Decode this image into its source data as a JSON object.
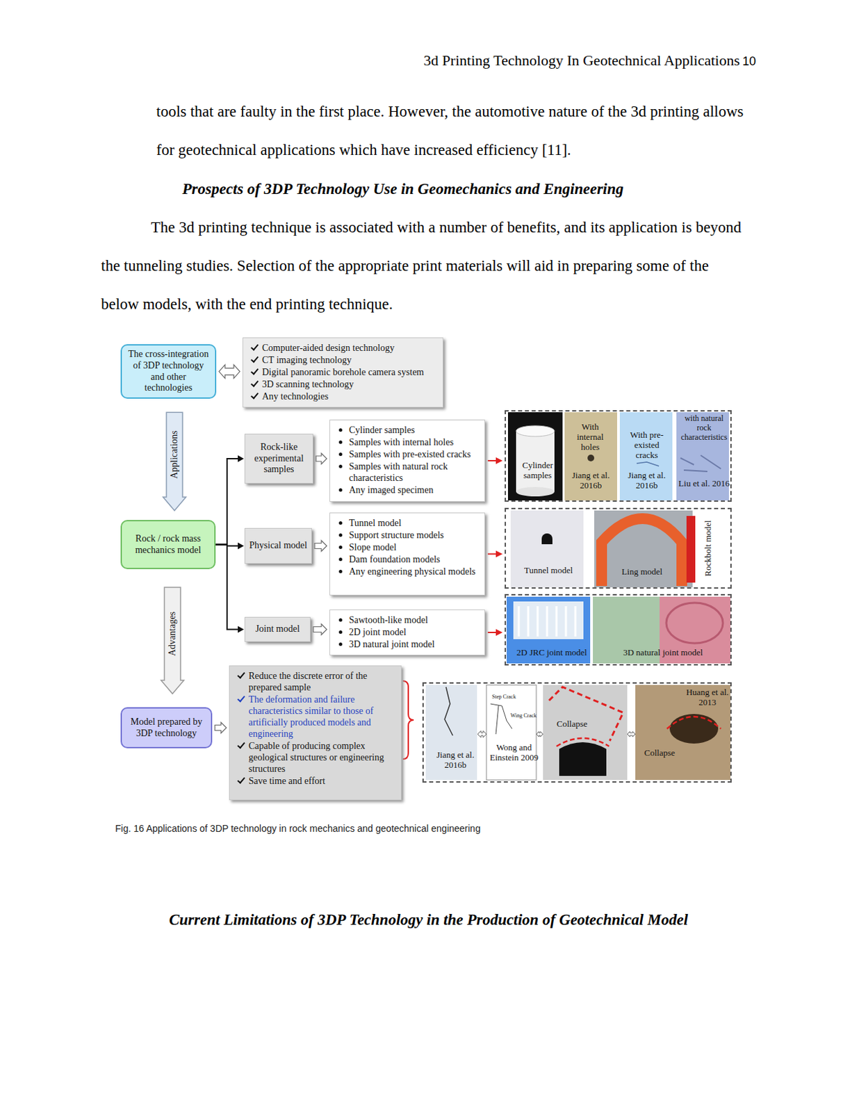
{
  "diagram": {
    "caption": "Fig. 16 Applications of 3DP technology in rock mechanics and geotechnical engineering",
    "nodes": [
      {
        "text": [
          "The cross-integration of 3DP technology and other technologies"
        ]
      },
      {
        "text": [
          "Computer-aided design technology",
          "CT imaging technology",
          "Digital panoramic borehole camera system",
          "3D scanning technology",
          "Any technologies"
        ]
      },
      {
        "text": [
          "Rock / rock mass mechanics model"
        ]
      },
      {
        "text": [
          "Rock-like experimental samples"
        ]
      },
      {
        "text": [
          "Cylinder samples",
          "Samples with internal holes",
          "Samples with pre-existed cracks",
          "Samples with natural rock characteristics",
          "Any imaged specimen"
        ]
      },
      {
        "text": [
          "Physical model"
        ]
      },
      {
        "text": [
          "Tunnel model",
          "Support structure models",
          "Slope model",
          "Dam foundation models",
          "Any engineering physical models"
        ]
      },
      {
        "text": [
          "Joint model"
        ]
      },
      {
        "text": [
          "Sawtooth-like model",
          "2D joint model",
          "3D natural joint model"
        ]
      },
      {
        "text": [
          "Model prepared by 3DP technology"
        ]
      },
      {
        "text": [
          "Reduce the discrete error of the prepared sample",
          "The deformation and failure characteristics similar to those of artificially produced models and engineering",
          "Capable of producing complex geological structures or engineering structures",
          "Save time and effort"
        ]
      },
      {
        "text": [
          "Cylinder samples",
          "With internal holes",
          "Jiang et al. 2016b",
          "With pre-existed cracks",
          "Jiang et al. 2016b",
          "with natural rock characteristics",
          "Liu et al. 2016"
        ]
      },
      {
        "text": [
          "Tunnel model",
          "Ling model",
          "Rockbolt model"
        ]
      },
      {
        "text": [
          "2D JRC joint model",
          "3D natural joint model"
        ]
      },
      {
        "text": [
          "Step Crack",
          "Wing Crack",
          "Jiang et al. 2016b",
          "Wong and Einstein 2009",
          "Collapse",
          "Collapse",
          "Huang et al. 2013"
        ]
      }
    ],
    "edges": [
      {
        "from": 0,
        "to": 1,
        "arrow": "both"
      },
      {
        "from": 0,
        "to": 2,
        "label": "Applications",
        "arrow": "to"
      },
      {
        "from": 2,
        "to": 3,
        "arrow": "to"
      },
      {
        "from": 2,
        "to": 5,
        "arrow": "to"
      },
      {
        "from": 2,
        "to": 7,
        "arrow": "to"
      },
      {
        "from": 3,
        "to": 4,
        "arrow": "to"
      },
      {
        "from": 5,
        "to": 6,
        "arrow": "to"
      },
      {
        "from": 7,
        "to": 8,
        "arrow": "to"
      },
      {
        "from": 4,
        "to": 11,
        "arrow": "to"
      },
      {
        "from": 6,
        "to": 12,
        "arrow": "to"
      },
      {
        "from": 8,
        "to": 13,
        "arrow": "to"
      },
      {
        "from": 2,
        "to": 9,
        "label": "Advantages",
        "arrow": "to"
      },
      {
        "from": 9,
        "to": 10,
        "arrow": "to"
      }
    ],
    "labels": [
      "3d Printing Technology In Geotechnical Applications",
      "10",
      "tools that are faulty in the first place. However, the automotive nature of the 3d printing allows for geotechnical applications which have increased efficiency [11].",
      "Prospects of 3DP Technology Use in Geomechanics and Engineering",
      "The 3d printing technique is associated with a number of benefits, and its application is beyond the tunneling studies. Selection of the appropriate print materials will aid in preparing some of the below models, with the end printing technique.",
      "Current Limitations of 3DP Technology in the Production of Geotechnical Model"
    ]
  }
}
